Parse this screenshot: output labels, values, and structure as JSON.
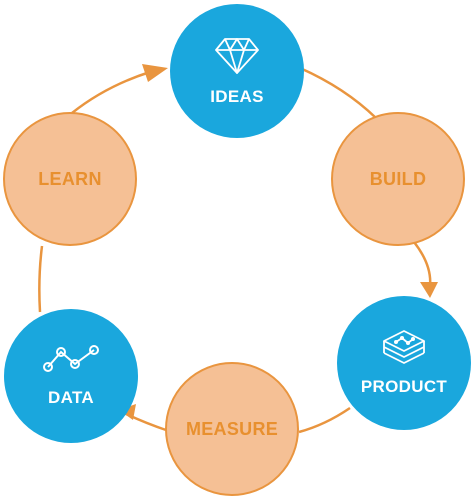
{
  "diagram": {
    "colors": {
      "blue": "#1aa7dd",
      "orange_fill": "#f5c095",
      "orange_stroke": "#e9953f",
      "orange_text": "#e8902f"
    },
    "nodes": {
      "ideas": {
        "label": "IDEAS",
        "icon": "diamond-icon"
      },
      "build": {
        "label": "BUILD"
      },
      "product": {
        "label": "PRODUCT",
        "icon": "layers-icon"
      },
      "measure": {
        "label": "MEASURE"
      },
      "data": {
        "label": "DATA",
        "icon": "line-graph-icon"
      },
      "learn": {
        "label": "LEARN"
      }
    }
  }
}
